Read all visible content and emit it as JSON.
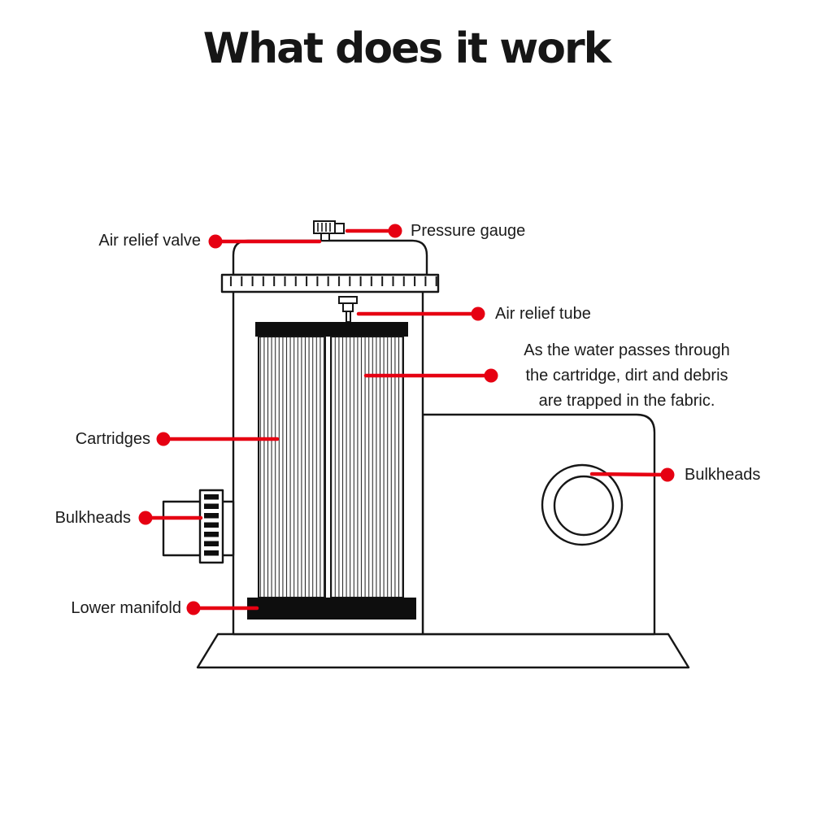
{
  "title": "What does it work",
  "colors": {
    "accent": "#e60012",
    "ink": "#161616"
  },
  "labels": {
    "air_relief_valve": "Air relief valve",
    "pressure_gauge": "Pressure gauge",
    "air_relief_tube": "Air relief tube",
    "cartridges": "Cartridges",
    "bulkheads_left": "Bulkheads",
    "bulkheads_right": "Bulkheads",
    "lower_manifold": "Lower manifold",
    "note_line1": "As the water passes through",
    "note_line2": "the cartridge, dirt and debris",
    "note_line3": "are trapped in the fabric."
  }
}
